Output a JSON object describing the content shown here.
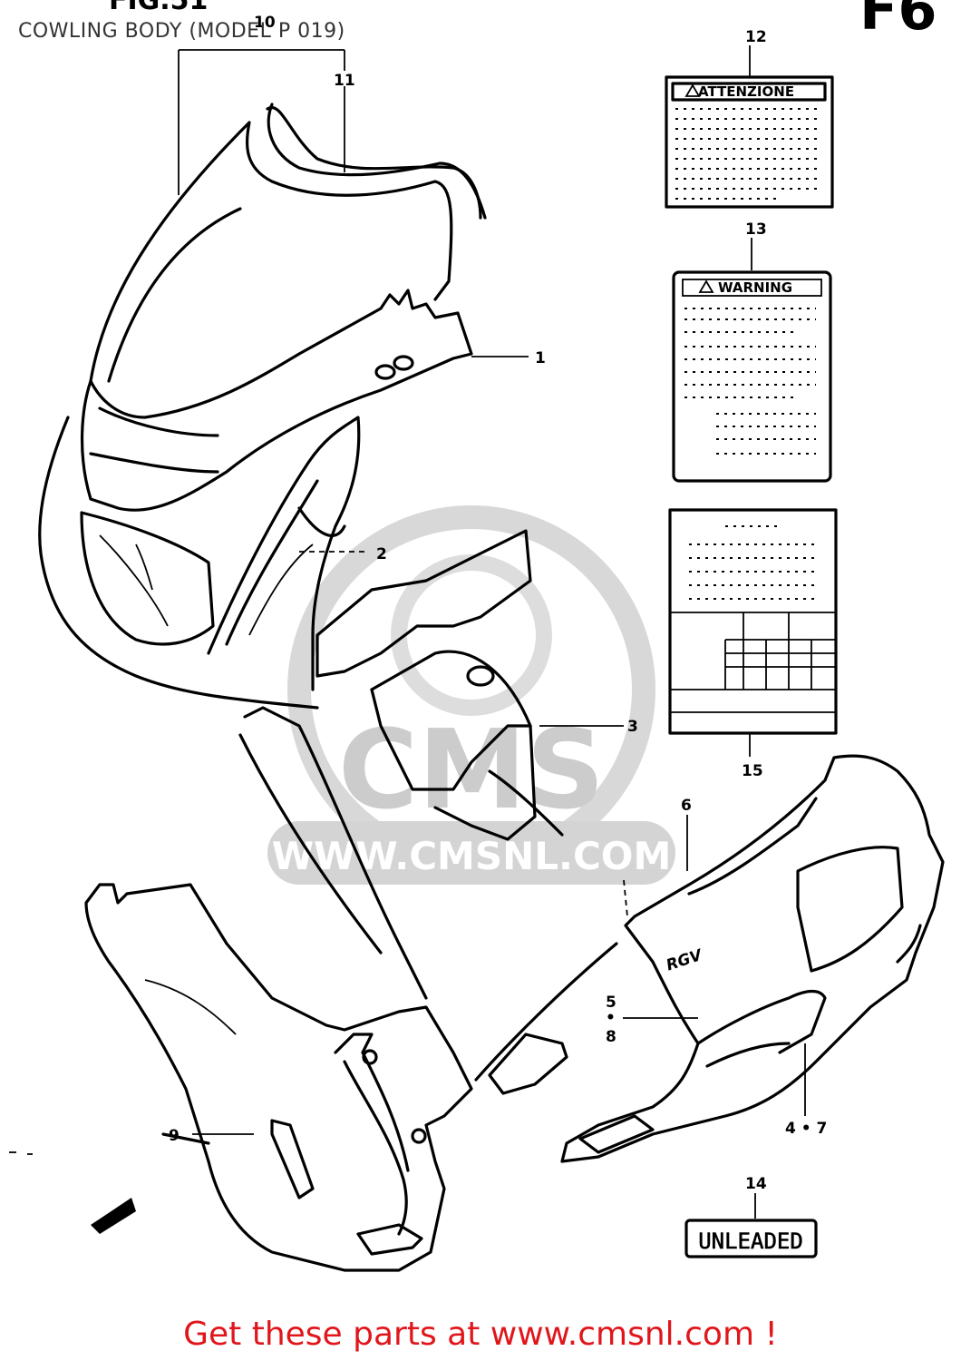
{
  "header": {
    "title": "COWLING BODY (MODEL P 019)",
    "fig_corner_text": "FIG.51",
    "corner_letters": "F6"
  },
  "watermark": {
    "text": "WWW.CMSNL.COM",
    "logo_letters": "CMS",
    "color": "#cccccc"
  },
  "callouts": {
    "c1": "1",
    "c2": "2",
    "c3": "3",
    "c4_7": "4 • 7",
    "c5": "5",
    "c5_dot": "•",
    "c8": "8",
    "c6": "6",
    "c9": "9",
    "c10": "10",
    "c11": "11",
    "c12": "12",
    "c13": "13",
    "c14": "14",
    "c15": "15"
  },
  "decals": {
    "attenzione": "ATTENZIONE",
    "warning": "WARNING",
    "unleaded": "UNLEADED",
    "side_logo": "RGV"
  },
  "footer": {
    "link_text": "Get these parts at www.cmsnl.com !",
    "color": "#e0161b"
  }
}
